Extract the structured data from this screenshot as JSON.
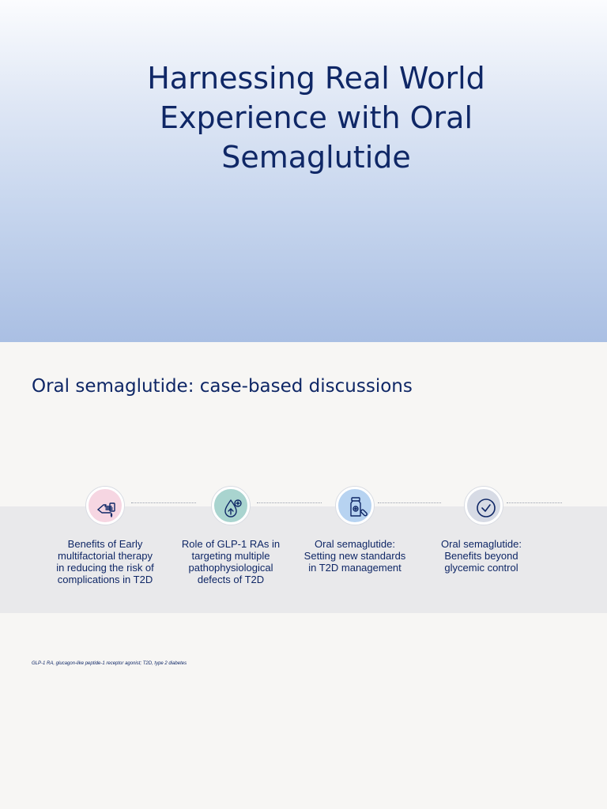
{
  "hero": {
    "title": "Harnessing Real World Experience with Oral Semaglutide"
  },
  "section": {
    "title": "Oral semaglutide: case-based discussions"
  },
  "steps": [
    {
      "label": "Benefits of Early multifactorial therapy in reducing the risk of complications in T2D",
      "icon": "hand-drop-icon",
      "color": "#f6d6e2"
    },
    {
      "label": "Role of GLP-1 RAs in targeting multiple pathophysiological defects of T2D",
      "icon": "droplet-plus-icon",
      "color": "#a9d4cf"
    },
    {
      "label": "Oral semaglutide: Setting new standards in T2D management",
      "icon": "pill-bottle-icon",
      "color": "#b7d3f1"
    },
    {
      "label": "Oral semaglutide: Benefits beyond glycemic control",
      "icon": "check-circle-icon",
      "color": "#d7dbe5"
    }
  ],
  "footnote": "GLP-1 RA, glucagon-like peptide-1 receptor agonist; T2D, type 2 diabetes",
  "colors": {
    "navy": "#0f2766",
    "band": "#e9e9eb",
    "page": "#f7f6f4"
  }
}
